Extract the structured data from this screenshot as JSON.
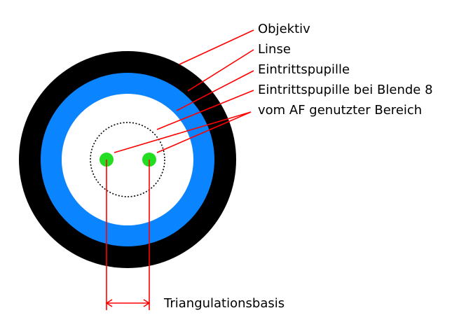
{
  "labels": {
    "objektiv": "Objektiv",
    "linse": "Linse",
    "eintrittspupille": "Eintrittspupille",
    "eintrittspupille_blende": "Eintrittspupille bei Blende 8",
    "af_bereich": "vom AF genutzter Bereich",
    "triangulationsbasis": "Triangulationsbasis"
  },
  "colors": {
    "objektiv_ring": "#000000",
    "linse_ring": "#0a84ff",
    "pupille": "#ffffff",
    "af_points": "#22dd22",
    "leader_lines": "#ff0000",
    "blende_circle": "#000000"
  }
}
